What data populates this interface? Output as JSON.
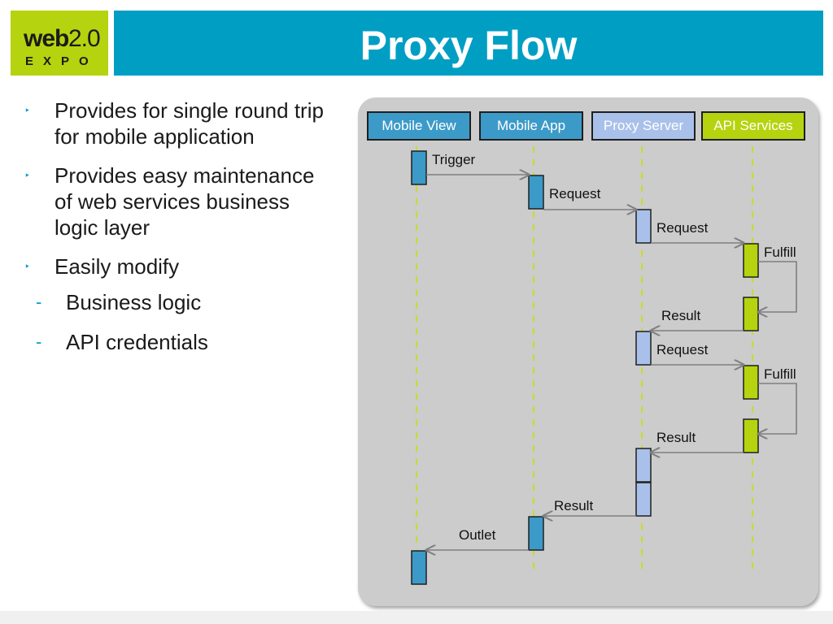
{
  "logo": {
    "web": "web",
    "version": "2.0",
    "expo": "EXPO"
  },
  "title": "Proxy Flow",
  "bullets": [
    {
      "level": 1,
      "marker": "‣",
      "text": "Provides for single round trip for mobile application"
    },
    {
      "level": 1,
      "marker": "‣",
      "text": "Provides easy maintenance of web services business logic layer"
    },
    {
      "level": 1,
      "marker": "‣",
      "text": "Easily modify"
    },
    {
      "level": 2,
      "marker": "-",
      "text": "Business logic"
    },
    {
      "level": 2,
      "marker": "-",
      "text": "API credentials"
    }
  ],
  "diagram": {
    "actors": [
      {
        "label": "Mobile View"
      },
      {
        "label": "Mobile  App"
      },
      {
        "label": "Proxy Server"
      },
      {
        "label": "API Services"
      }
    ],
    "messages": [
      {
        "label": "Trigger",
        "from": "Mobile View",
        "to": "Mobile  App"
      },
      {
        "label": "Request",
        "from": "Mobile  App",
        "to": "Proxy Server"
      },
      {
        "label": "Request",
        "from": "Proxy Server",
        "to": "API Services"
      },
      {
        "label": "Fulfill",
        "from": "API Services",
        "to": "API Services"
      },
      {
        "label": "Result",
        "from": "API Services",
        "to": "Proxy Server"
      },
      {
        "label": "Request",
        "from": "Proxy Server",
        "to": "API Services"
      },
      {
        "label": "Fulfill",
        "from": "API Services",
        "to": "API Services"
      },
      {
        "label": "Result",
        "from": "API Services",
        "to": "Proxy Server"
      },
      {
        "label": "Result",
        "from": "Proxy Server",
        "to": "Mobile  App"
      },
      {
        "label": "Outlet",
        "from": "Mobile  App",
        "to": "Mobile View"
      }
    ],
    "colors": {
      "mobile": "#3c9ac8",
      "proxy": "#a9c1ea",
      "api": "#b6d30f",
      "lifeline": "#c8dc2c",
      "arrow": "#7f7f7f"
    }
  },
  "colors": {
    "banner": "#019ec4",
    "logo_bg": "#b6d30f",
    "panel": "#cccccc"
  }
}
